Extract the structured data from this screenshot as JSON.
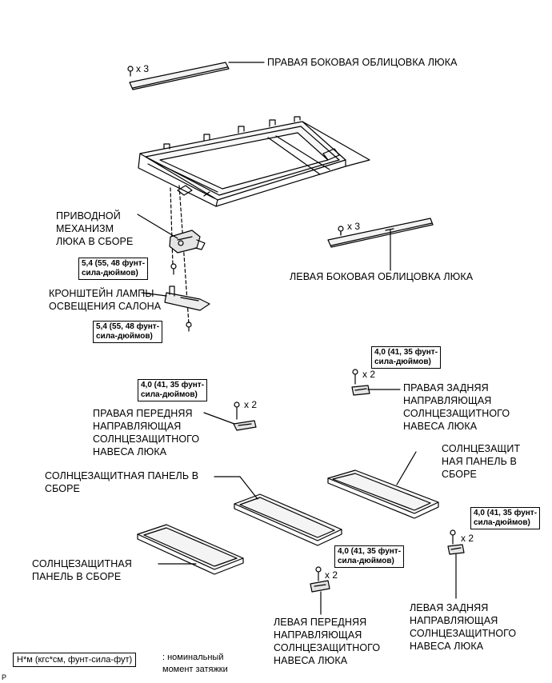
{
  "labels": {
    "right_side_garnish": "ПРАВАЯ БОКОВАЯ ОБЛИЦОВКА ЛЮКА",
    "drive_gear": "ПРИВОДНОЙ\nМЕХАНИЗМ\nЛЮКА В СБОРЕ",
    "left_side_garnish": "ЛЕВАЯ БОКОВАЯ ОБЛИЦОВКА ЛЮКА",
    "lamp_bracket": "КРОНШТЕЙН ЛАМПЫ\nОСВЕЩЕНИЯ САЛОНА",
    "right_rear_guide": "ПРАВАЯ ЗАДНЯЯ\nНАПРАВЛЯЮЩАЯ\nСОЛНЦЕЗАЩИТНОГО\nНАВЕСА ЛЮКА",
    "right_front_guide": "ПРАВАЯ ПЕРЕДНЯЯ\nНАПРАВЛЯЮЩАЯ\nСОЛНЦЕЗАЩИТНОГО\nНАВЕСА ЛЮКА",
    "shade_panel_right": "СОЛНЦЕЗАЩИТ\nНАЯ ПАНЕЛЬ В\nСБОРЕ",
    "shade_panel_middle": "СОЛНЦЕЗАЩИТНАЯ ПАНЕЛЬ В\nСБОРЕ",
    "shade_panel_left": "СОЛНЦЕЗАЩИТНАЯ\nПАНЕЛЬ В СБОРЕ",
    "left_front_guide": "ЛЕВАЯ ПЕРЕДНЯЯ\nНАПРАВЛЯЮЩАЯ\nСОЛНЦЕЗАЩИТНОГО\nНАВЕСА ЛЮКА",
    "left_rear_guide": "ЛЕВАЯ ЗАДНЯЯ\nНАПРАВЛЯЮЩАЯ\nСОЛНЦЕЗАЩИТНОГО\nНАВЕСА ЛЮКА"
  },
  "torques": {
    "drive_gear": "5,4 (55, 48 фунт-\nсила-дюймов)",
    "lamp_bracket": "5,4 (55, 48 фунт-\nсила-дюймов)",
    "right_rear_guide": "4,0 (41, 35 фунт-\nсила-дюймов)",
    "right_front_guide": "4,0 (41, 35 фунт-\nсила-дюймов)",
    "left_rear_guide": "4,0 (41, 35 фунт-\nсила-дюймов)",
    "left_front_guide": "4,0 (41, 35 фунт-\nсила-дюймов)"
  },
  "counts": {
    "right_side_garnish": "x 3",
    "left_side_garnish": "x 3",
    "right_rear_guide": "x 2",
    "right_front_guide": "x 2",
    "left_rear_guide": "x 2",
    "left_front_guide": "x 2"
  },
  "legend": {
    "unit": "Н*м (кгс*см, фунт-сила-фут)",
    "note": ": номинальный\nмомент затяжки"
  },
  "corner_mark": "P"
}
